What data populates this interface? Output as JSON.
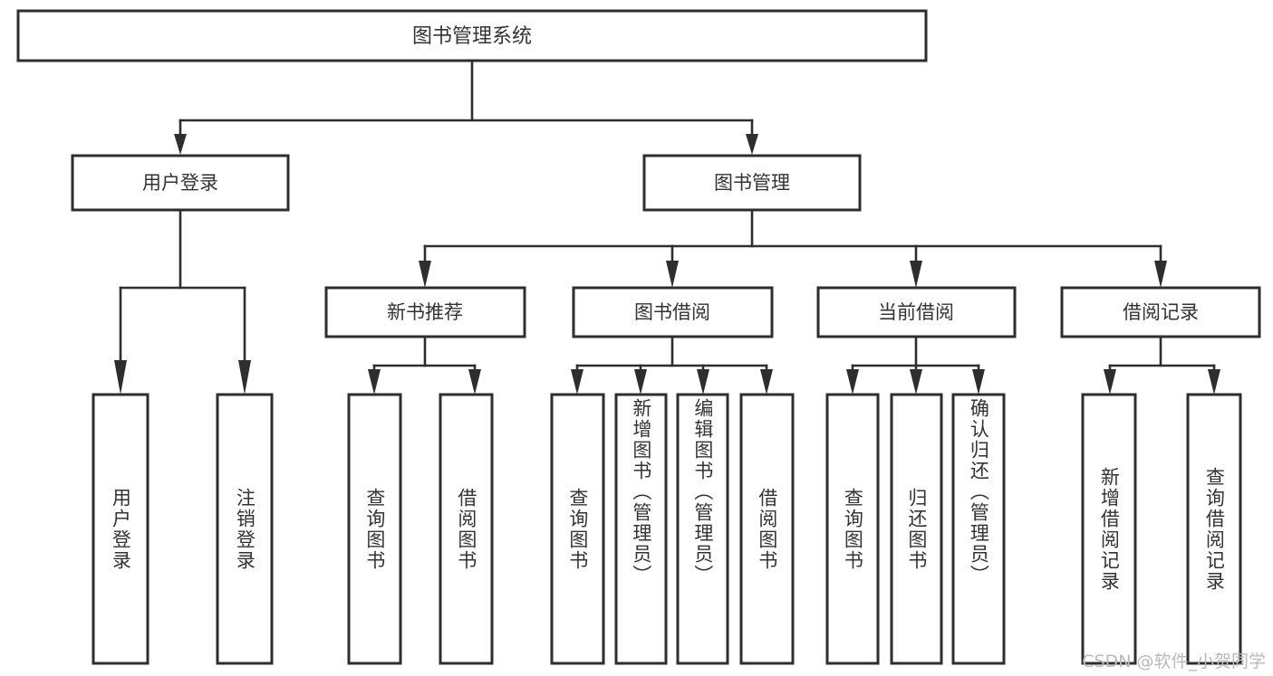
{
  "diagram": {
    "type": "hierarchical-tree",
    "title": "图书管理系统",
    "watermark": "CSDN @软件_小贺同学",
    "colors": {
      "box_stroke": "#2e2e2e",
      "box_fill": "#ffffff",
      "text": "#333333",
      "connector": "#2e2e2e",
      "watermark": "#b9b9b9",
      "background": "#ffffff"
    },
    "root": {
      "label": "图书管理系统",
      "level": 0
    },
    "level1": [
      {
        "label": "用户登录"
      },
      {
        "label": "图书管理"
      }
    ],
    "level2": [
      {
        "label": "新书推荐"
      },
      {
        "label": "图书借阅"
      },
      {
        "label": "当前借阅"
      },
      {
        "label": "借阅记录"
      }
    ],
    "leaves": {
      "user_login": [
        {
          "label": "用户登录"
        },
        {
          "label": "注销登录"
        }
      ],
      "new_book": [
        {
          "label": "查询图书"
        },
        {
          "label": "借阅图书"
        }
      ],
      "book_borrow": [
        {
          "label": "查询图书"
        },
        {
          "label": "新增图书（管理员）"
        },
        {
          "label": "编辑图书（管理员）"
        },
        {
          "label": "借阅图书"
        }
      ],
      "current_borrow": [
        {
          "label": "查询图书"
        },
        {
          "label": "归还图书"
        },
        {
          "label": "确认归还（管理员）"
        }
      ],
      "borrow_record": [
        {
          "label": "新增借阅记录"
        },
        {
          "label": "查询借阅记录"
        }
      ]
    }
  }
}
